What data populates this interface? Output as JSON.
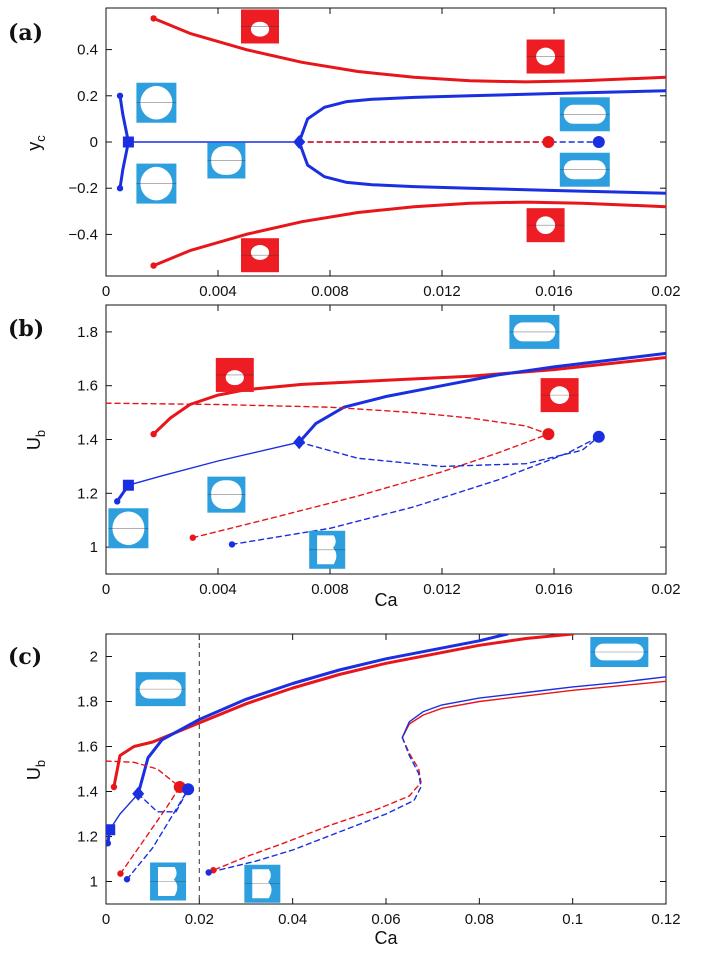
{
  "colors": {
    "red": "#e8151b",
    "blue": "#1a2fe0",
    "inset_red": "#ee1c23",
    "inset_blue": "#2e9fde"
  },
  "icons": [
    "droplet-shape-icon"
  ],
  "chart_data": [
    {
      "type": "line",
      "panel_label": "(a)",
      "xlabel": "",
      "ylabel": "y_c",
      "xlim": [
        0,
        0.02
      ],
      "ylim": [
        -0.58,
        0.58
      ],
      "xticks": [
        0,
        0.004,
        0.008,
        0.012,
        0.016,
        0.02
      ],
      "xtick_labels": [
        "0",
        "0.004",
        "0.008",
        "0.012",
        "0.016",
        "0.02"
      ],
      "yticks": [
        -0.4,
        -0.2,
        0,
        0.2,
        0.4
      ],
      "ytick_labels": [
        "−0.4",
        "−0.2",
        "0",
        "0.2",
        "0.4"
      ],
      "series": [
        {
          "color": "red",
          "style": "solid",
          "width": "thick",
          "x": [
            0.0017,
            0.003,
            0.005,
            0.007,
            0.009,
            0.011,
            0.013,
            0.015,
            0.017,
            0.02
          ],
          "y": [
            0.535,
            0.47,
            0.4,
            0.345,
            0.305,
            0.28,
            0.265,
            0.26,
            0.265,
            0.28
          ]
        },
        {
          "color": "red",
          "style": "solid",
          "width": "thick",
          "x": [
            0.0017,
            0.003,
            0.005,
            0.007,
            0.009,
            0.011,
            0.013,
            0.015,
            0.017,
            0.02
          ],
          "y": [
            -0.535,
            -0.47,
            -0.4,
            -0.345,
            -0.305,
            -0.28,
            -0.265,
            -0.26,
            -0.265,
            -0.28
          ]
        },
        {
          "color": "blue",
          "style": "solid",
          "width": "thick",
          "x": [
            0.0069,
            0.0072,
            0.0078,
            0.0086,
            0.0095,
            0.011,
            0.013,
            0.016,
            0.02
          ],
          "y": [
            0.0,
            0.1,
            0.15,
            0.175,
            0.185,
            0.193,
            0.2,
            0.21,
            0.222
          ]
        },
        {
          "color": "blue",
          "style": "solid",
          "width": "thick",
          "x": [
            0.0069,
            0.0072,
            0.0078,
            0.0086,
            0.0095,
            0.011,
            0.013,
            0.016,
            0.02
          ],
          "y": [
            0.0,
            -0.1,
            -0.15,
            -0.175,
            -0.185,
            -0.193,
            -0.2,
            -0.21,
            -0.222
          ]
        },
        {
          "color": "blue",
          "style": "solid",
          "width": "thick",
          "x": [
            0.0005,
            0.0006,
            0.0008
          ],
          "y": [
            0.2,
            0.12,
            0.0
          ]
        },
        {
          "color": "blue",
          "style": "solid",
          "width": "thick",
          "x": [
            0.0005,
            0.0006,
            0.0008
          ],
          "y": [
            -0.2,
            -0.12,
            0.0
          ]
        },
        {
          "color": "blue",
          "style": "solid",
          "width": "thin",
          "x": [
            0.0008,
            0.0069
          ],
          "y": [
            0.0,
            0.0
          ]
        },
        {
          "color": "blue",
          "style": "dashed",
          "width": "thin",
          "x": [
            0.0069,
            0.0176
          ],
          "y": [
            0.0,
            0.0
          ]
        },
        {
          "color": "red",
          "style": "dashed",
          "width": "thin",
          "x": [
            0.0069,
            0.0158
          ],
          "y": [
            0.0,
            0.0
          ]
        }
      ],
      "markers": [
        {
          "x": 0.0017,
          "y": 0.535,
          "shape": "dot",
          "color": "red"
        },
        {
          "x": 0.0017,
          "y": -0.535,
          "shape": "dot",
          "color": "red"
        },
        {
          "x": 0.0005,
          "y": 0.2,
          "shape": "dot",
          "color": "blue"
        },
        {
          "x": 0.0005,
          "y": -0.2,
          "shape": "dot",
          "color": "blue"
        },
        {
          "x": 0.0008,
          "y": 0.0,
          "shape": "square",
          "color": "blue"
        },
        {
          "x": 0.0069,
          "y": 0.0,
          "shape": "diamond",
          "color": "blue"
        },
        {
          "x": 0.0158,
          "y": 0.0,
          "shape": "bigdot",
          "color": "red"
        },
        {
          "x": 0.0176,
          "y": 0.0,
          "shape": "bigdot",
          "color": "blue"
        }
      ],
      "insets": [
        {
          "color": "red",
          "drop": "cap-top",
          "at": [
            0.0055,
            0.5
          ]
        },
        {
          "color": "red",
          "drop": "round",
          "at": [
            0.0157,
            0.37
          ]
        },
        {
          "color": "red",
          "drop": "round",
          "at": [
            0.0157,
            -0.36
          ]
        },
        {
          "color": "red",
          "drop": "cap-bottom",
          "at": [
            0.0055,
            -0.49
          ]
        },
        {
          "color": "blue",
          "drop": "round-big",
          "at": [
            0.0018,
            0.17
          ]
        },
        {
          "color": "blue",
          "drop": "round-big",
          "at": [
            0.0018,
            -0.18
          ]
        },
        {
          "color": "blue",
          "drop": "oval",
          "at": [
            0.0043,
            -0.08
          ]
        },
        {
          "color": "blue",
          "drop": "slug",
          "at": [
            0.0171,
            0.12
          ]
        },
        {
          "color": "blue",
          "drop": "slug",
          "at": [
            0.0171,
            -0.12
          ]
        }
      ]
    },
    {
      "type": "line",
      "panel_label": "(b)",
      "xlabel": "Ca",
      "ylabel": "U_b",
      "xlim": [
        0,
        0.02
      ],
      "ylim": [
        0.9,
        1.9
      ],
      "xticks": [
        0,
        0.004,
        0.008,
        0.012,
        0.016,
        0.02
      ],
      "xtick_labels": [
        "0",
        "0.004",
        "0.008",
        "0.012",
        "0.016",
        "0.02"
      ],
      "yticks": [
        1,
        1.2,
        1.4,
        1.6,
        1.8
      ],
      "ytick_labels": [
        "1",
        "1.2",
        "1.4",
        "1.6",
        "1.8"
      ],
      "series": [
        {
          "color": "red",
          "style": "solid",
          "width": "thick",
          "x": [
            0.0017,
            0.0023,
            0.003,
            0.004,
            0.005,
            0.007,
            0.01,
            0.013,
            0.016,
            0.02
          ],
          "y": [
            1.42,
            1.48,
            1.53,
            1.565,
            1.585,
            1.605,
            1.62,
            1.635,
            1.66,
            1.705
          ]
        },
        {
          "color": "blue",
          "style": "solid",
          "width": "thick",
          "x": [
            0.0069,
            0.0075,
            0.0085,
            0.01,
            0.012,
            0.014,
            0.016,
            0.018,
            0.02
          ],
          "y": [
            1.39,
            1.46,
            1.52,
            1.56,
            1.6,
            1.64,
            1.67,
            1.695,
            1.72
          ]
        },
        {
          "color": "blue",
          "style": "solid",
          "width": "thin",
          "x": [
            0.0008,
            0.002,
            0.004,
            0.0069
          ],
          "y": [
            1.23,
            1.265,
            1.32,
            1.39
          ]
        },
        {
          "color": "blue",
          "style": "solid",
          "width": "thick",
          "x": [
            0.0004,
            0.0008
          ],
          "y": [
            1.17,
            1.23
          ]
        },
        {
          "color": "red",
          "style": "dashed",
          "width": "thin",
          "x": [
            0.0,
            0.004,
            0.008,
            0.011,
            0.013,
            0.015,
            0.0158
          ],
          "y": [
            1.535,
            1.53,
            1.52,
            1.5,
            1.48,
            1.45,
            1.42
          ]
        },
        {
          "color": "red",
          "style": "dashed",
          "width": "thin",
          "x": [
            0.0031,
            0.006,
            0.009,
            0.012,
            0.014,
            0.0158
          ],
          "y": [
            1.035,
            1.11,
            1.19,
            1.28,
            1.35,
            1.42
          ]
        },
        {
          "color": "blue",
          "style": "dashed",
          "width": "thin",
          "x": [
            0.0069,
            0.009,
            0.012,
            0.015,
            0.017,
            0.0176
          ],
          "y": [
            1.39,
            1.33,
            1.3,
            1.31,
            1.36,
            1.41
          ]
        },
        {
          "color": "blue",
          "style": "dashed",
          "width": "thin",
          "x": [
            0.0045,
            0.008,
            0.011,
            0.014,
            0.0165,
            0.0176
          ],
          "y": [
            1.01,
            1.07,
            1.15,
            1.25,
            1.35,
            1.41
          ]
        }
      ],
      "markers": [
        {
          "x": 0.0017,
          "y": 1.42,
          "shape": "dot",
          "color": "red"
        },
        {
          "x": 0.0031,
          "y": 1.035,
          "shape": "dot",
          "color": "red"
        },
        {
          "x": 0.0045,
          "y": 1.01,
          "shape": "dot",
          "color": "blue"
        },
        {
          "x": 0.0004,
          "y": 1.17,
          "shape": "dot",
          "color": "blue"
        },
        {
          "x": 0.0008,
          "y": 1.23,
          "shape": "square",
          "color": "blue"
        },
        {
          "x": 0.0069,
          "y": 1.39,
          "shape": "diamond",
          "color": "blue"
        },
        {
          "x": 0.0158,
          "y": 1.42,
          "shape": "bigdot",
          "color": "red"
        },
        {
          "x": 0.0176,
          "y": 1.41,
          "shape": "bigdot",
          "color": "blue"
        }
      ],
      "insets": [
        {
          "color": "red",
          "drop": "cap-top",
          "at": [
            0.0046,
            1.64
          ]
        },
        {
          "color": "red",
          "drop": "round",
          "at": [
            0.0162,
            1.565
          ]
        },
        {
          "color": "blue",
          "drop": "slug",
          "at": [
            0.0153,
            1.8
          ]
        },
        {
          "color": "blue",
          "drop": "oval",
          "at": [
            0.0043,
            1.195
          ]
        },
        {
          "color": "blue",
          "drop": "round-big",
          "at": [
            0.0008,
            1.07
          ]
        },
        {
          "color": "blue",
          "drop": "bilobe",
          "at": [
            0.0079,
            0.99
          ]
        }
      ]
    },
    {
      "type": "line",
      "panel_label": "(c)",
      "xlabel": "Ca",
      "ylabel": "U_b",
      "xlim": [
        0,
        0.12
      ],
      "ylim": [
        0.9,
        2.1
      ],
      "xticks": [
        0,
        0.02,
        0.04,
        0.06,
        0.08,
        0.1,
        0.12
      ],
      "xtick_labels": [
        "0",
        "0.02",
        "0.04",
        "0.06",
        "0.08",
        "0.1",
        "0.12"
      ],
      "yticks": [
        1,
        1.2,
        1.4,
        1.6,
        1.8,
        2
      ],
      "ytick_labels": [
        "1",
        "1.2",
        "1.4",
        "1.6",
        "1.8",
        "2"
      ],
      "vline": 0.02,
      "series": [
        {
          "color": "red",
          "style": "solid",
          "width": "thick",
          "x": [
            0.0017,
            0.003,
            0.006,
            0.01,
            0.02,
            0.03,
            0.04,
            0.05,
            0.06,
            0.07,
            0.08,
            0.09,
            0.1
          ],
          "y": [
            1.42,
            1.56,
            1.6,
            1.62,
            1.705,
            1.79,
            1.86,
            1.92,
            1.97,
            2.01,
            2.05,
            2.08,
            2.1
          ]
        },
        {
          "color": "blue",
          "style": "solid",
          "width": "thick",
          "x": [
            0.0069,
            0.009,
            0.012,
            0.02,
            0.03,
            0.04,
            0.05,
            0.06,
            0.07,
            0.08,
            0.086
          ],
          "y": [
            1.39,
            1.55,
            1.63,
            1.72,
            1.81,
            1.88,
            1.94,
            1.99,
            2.03,
            2.07,
            2.1
          ]
        },
        {
          "color": "blue",
          "style": "solid",
          "width": "thin",
          "x": [
            0.0008,
            0.003,
            0.0069
          ],
          "y": [
            1.23,
            1.3,
            1.39
          ]
        },
        {
          "color": "blue",
          "style": "solid",
          "width": "thick",
          "x": [
            0.0004,
            0.0008
          ],
          "y": [
            1.17,
            1.23
          ]
        },
        {
          "color": "red",
          "style": "dashed",
          "width": "thin",
          "x": [
            0.0,
            0.006,
            0.011,
            0.0158
          ],
          "y": [
            1.535,
            1.53,
            1.5,
            1.42
          ]
        },
        {
          "color": "red",
          "style": "dashed",
          "width": "thin",
          "x": [
            0.0031,
            0.008,
            0.013,
            0.0158
          ],
          "y": [
            1.035,
            1.18,
            1.33,
            1.42
          ]
        },
        {
          "color": "blue",
          "style": "dashed",
          "width": "thin",
          "x": [
            0.0069,
            0.011,
            0.015,
            0.0176
          ],
          "y": [
            1.39,
            1.31,
            1.31,
            1.41
          ]
        },
        {
          "color": "blue",
          "style": "dashed",
          "width": "thin",
          "x": [
            0.0045,
            0.01,
            0.015,
            0.0176
          ],
          "y": [
            1.01,
            1.15,
            1.32,
            1.41
          ]
        },
        {
          "color": "red",
          "style": "solid",
          "width": "thin",
          "x": [
            0.0635,
            0.065,
            0.068,
            0.072,
            0.08,
            0.09,
            0.1,
            0.11,
            0.12
          ],
          "y": [
            1.64,
            1.7,
            1.74,
            1.77,
            1.8,
            1.825,
            1.85,
            1.87,
            1.89
          ]
        },
        {
          "color": "blue",
          "style": "solid",
          "width": "thin",
          "x": [
            0.0635,
            0.065,
            0.068,
            0.072,
            0.08,
            0.09,
            0.1,
            0.11,
            0.12
          ],
          "y": [
            1.64,
            1.71,
            1.755,
            1.785,
            1.815,
            1.84,
            1.865,
            1.885,
            1.91
          ]
        },
        {
          "color": "red",
          "style": "dashed",
          "width": "thin",
          "x": [
            0.0635,
            0.065,
            0.067,
            0.0675,
            0.065,
            0.058,
            0.048,
            0.038,
            0.03,
            0.023
          ],
          "y": [
            1.64,
            1.57,
            1.5,
            1.44,
            1.38,
            1.32,
            1.25,
            1.17,
            1.11,
            1.05
          ]
        },
        {
          "color": "blue",
          "style": "dashed",
          "width": "thin",
          "x": [
            0.0635,
            0.065,
            0.067,
            0.0675,
            0.066,
            0.06,
            0.05,
            0.04,
            0.032,
            0.022
          ],
          "y": [
            1.64,
            1.56,
            1.48,
            1.42,
            1.36,
            1.3,
            1.22,
            1.14,
            1.09,
            1.04
          ]
        }
      ],
      "markers": [
        {
          "x": 0.0017,
          "y": 1.42,
          "shape": "dot",
          "color": "red"
        },
        {
          "x": 0.0031,
          "y": 1.035,
          "shape": "dot",
          "color": "red"
        },
        {
          "x": 0.0045,
          "y": 1.01,
          "shape": "dot",
          "color": "blue"
        },
        {
          "x": 0.0004,
          "y": 1.17,
          "shape": "dot",
          "color": "blue"
        },
        {
          "x": 0.0008,
          "y": 1.23,
          "shape": "square",
          "color": "blue"
        },
        {
          "x": 0.0069,
          "y": 1.39,
          "shape": "diamond",
          "color": "blue"
        },
        {
          "x": 0.0158,
          "y": 1.42,
          "shape": "bigdot",
          "color": "red"
        },
        {
          "x": 0.0176,
          "y": 1.41,
          "shape": "bigdot",
          "color": "blue"
        },
        {
          "x": 0.023,
          "y": 1.05,
          "shape": "dot",
          "color": "red"
        },
        {
          "x": 0.022,
          "y": 1.04,
          "shape": "dot",
          "color": "blue"
        }
      ],
      "insets": [
        {
          "color": "blue",
          "drop": "slug",
          "at": [
            0.0117,
            1.855
          ]
        },
        {
          "color": "blue",
          "drop": "slug-long",
          "at": [
            0.11,
            2.02
          ]
        },
        {
          "color": "blue",
          "drop": "bilobe",
          "at": [
            0.0133,
            1.0
          ]
        },
        {
          "color": "blue",
          "drop": "bilobe",
          "at": [
            0.0335,
            0.99
          ]
        }
      ]
    }
  ]
}
